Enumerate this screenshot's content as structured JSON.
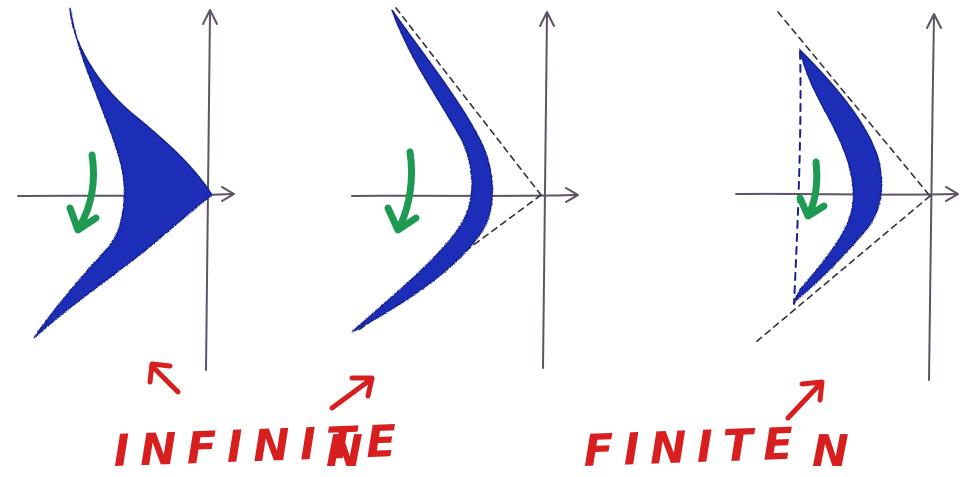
{
  "colors": {
    "region_fill": "#1f2fb8",
    "region_edge": "#15218f",
    "axis": "#5e5466",
    "dashed": "#333333",
    "rotation_arrow": "#1e9a52",
    "annotation": "#d81f1f"
  },
  "labels": {
    "infinite": "INFINITE",
    "n_left": "N",
    "finite": "FINITE",
    "n_right": "N"
  },
  "panels": [
    {
      "region": "filled-wedge",
      "dashed_asymptotes": false,
      "dashed_chord": false
    },
    {
      "region": "crescent",
      "dashed_asymptotes": true,
      "dashed_chord": false
    },
    {
      "region": "truncated-crescent",
      "dashed_asymptotes": true,
      "dashed_chord": true
    }
  ],
  "icons": {
    "rotation": "curved-arrow-icon",
    "pointer": "arrow-icon"
  }
}
